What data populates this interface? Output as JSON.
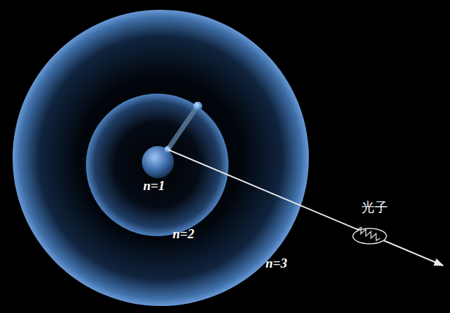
{
  "diagram": {
    "labels": [
      "n=1",
      "n=2",
      "n=3",
      "光子"
    ]
  }
}
